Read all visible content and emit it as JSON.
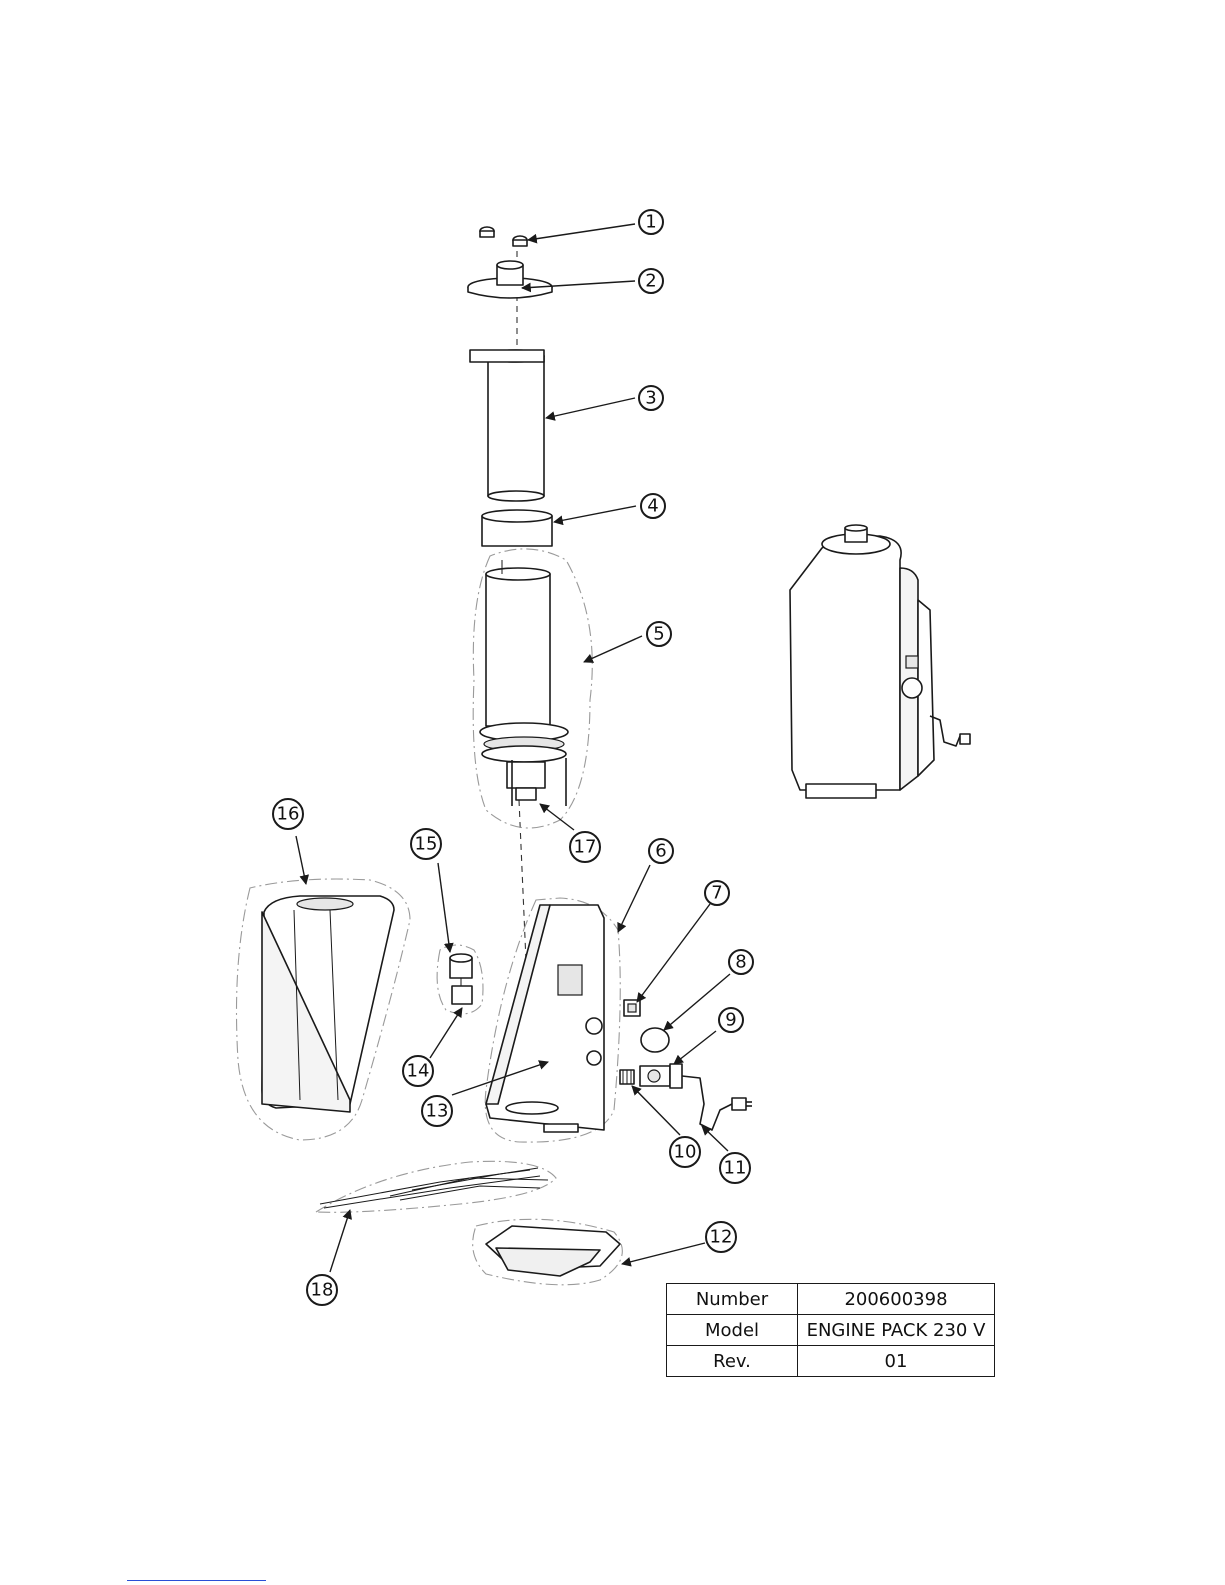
{
  "title_block": {
    "rows": [
      {
        "label": "Number",
        "value": "200600398"
      },
      {
        "label": "Model",
        "value": "ENGINE PACK 230 V"
      },
      {
        "label": "Rev.",
        "value": "01"
      }
    ]
  },
  "callouts": [
    "1",
    "2",
    "3",
    "4",
    "5",
    "6",
    "7",
    "8",
    "9",
    "10",
    "11",
    "12",
    "13",
    "14",
    "15",
    "16",
    "17",
    "18"
  ]
}
